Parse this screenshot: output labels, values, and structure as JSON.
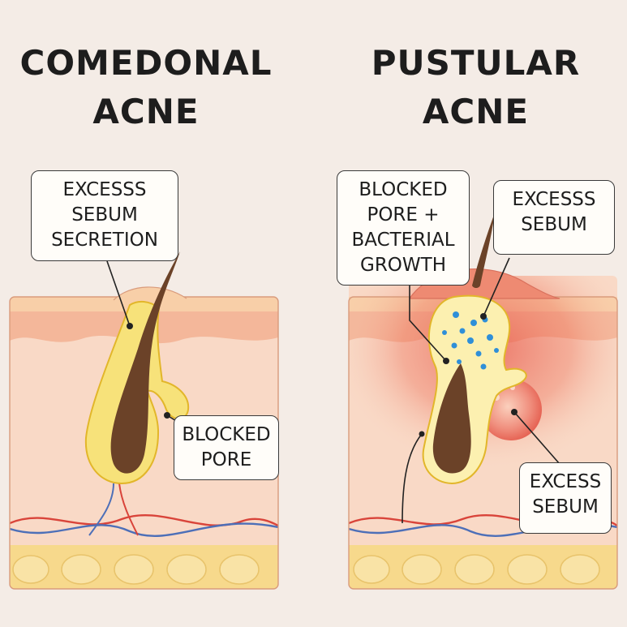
{
  "left_panel": {
    "title_line1": "COMEDONAL",
    "title_line2": "ACNE",
    "callout_sebum": [
      "EXCESSS",
      "SEBUM",
      "SECRETION"
    ],
    "callout_pore": [
      "BLOCKED",
      "PORE"
    ]
  },
  "right_panel": {
    "title_line1": "PUSTULAR",
    "title_line2": "ACNE",
    "callout_bacterial": [
      "BLOCKED",
      "PORE +",
      "BACTERIAL",
      "GROWTH"
    ],
    "callout_sebum_top": [
      "EXCESSS",
      "SEBUM"
    ],
    "callout_sebum_bottom": [
      "EXCESS",
      "SEBUM"
    ]
  },
  "colors": {
    "background": "#f4ece6",
    "epidermis": "#f6c6a4",
    "dermis": "#f9d9c6",
    "sebum": "#f7e27a",
    "hair": "#6b4228",
    "fat": "#f7d98c",
    "artery": "#d9443a",
    "vein": "#4d6fb8",
    "bacteria": "#2f8fd8",
    "inflammation": "#e8574a"
  }
}
